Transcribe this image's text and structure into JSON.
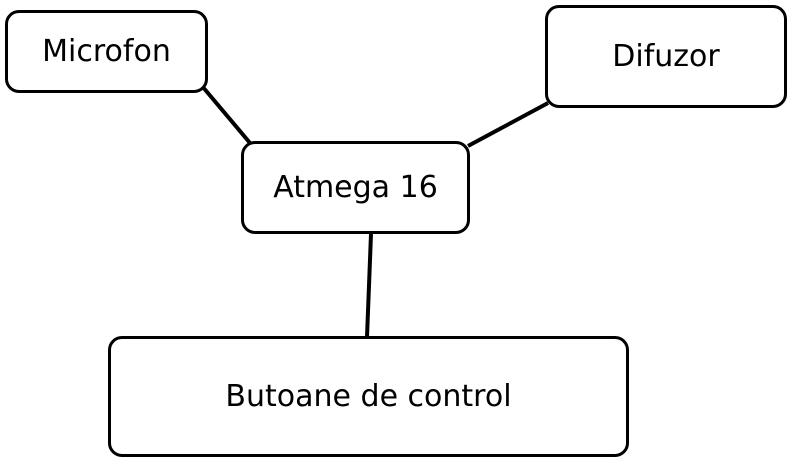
{
  "nodes": {
    "microfon": {
      "label": "Microfon"
    },
    "difuzor": {
      "label": "Difuzor"
    },
    "atmega": {
      "label": "Atmega 16"
    },
    "butoane": {
      "label": "Butoane de control"
    }
  },
  "connections": [
    {
      "from": "Microfon",
      "to": "Atmega 16"
    },
    {
      "from": "Difuzor",
      "to": "Atmega 16"
    },
    {
      "from": "Atmega 16",
      "to": "Butoane de control"
    }
  ],
  "colors": {
    "stroke": "#000000",
    "background": "#ffffff"
  }
}
